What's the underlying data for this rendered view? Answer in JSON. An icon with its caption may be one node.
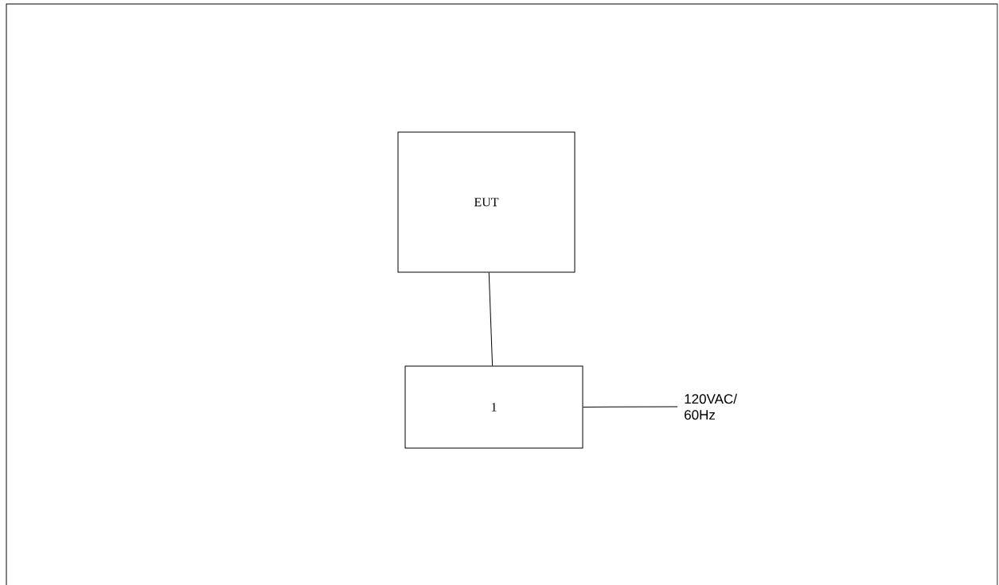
{
  "diagram": {
    "nodes": [
      {
        "text": [
          "EUT"
        ]
      },
      {
        "text": [
          "1"
        ]
      },
      {
        "text": [
          "120VAC/ 60Hz"
        ]
      }
    ],
    "edges": [
      {
        "from": 0,
        "to": 1,
        "arrow": "none"
      },
      {
        "from": 1,
        "to": 2,
        "arrow": "none"
      }
    ]
  }
}
